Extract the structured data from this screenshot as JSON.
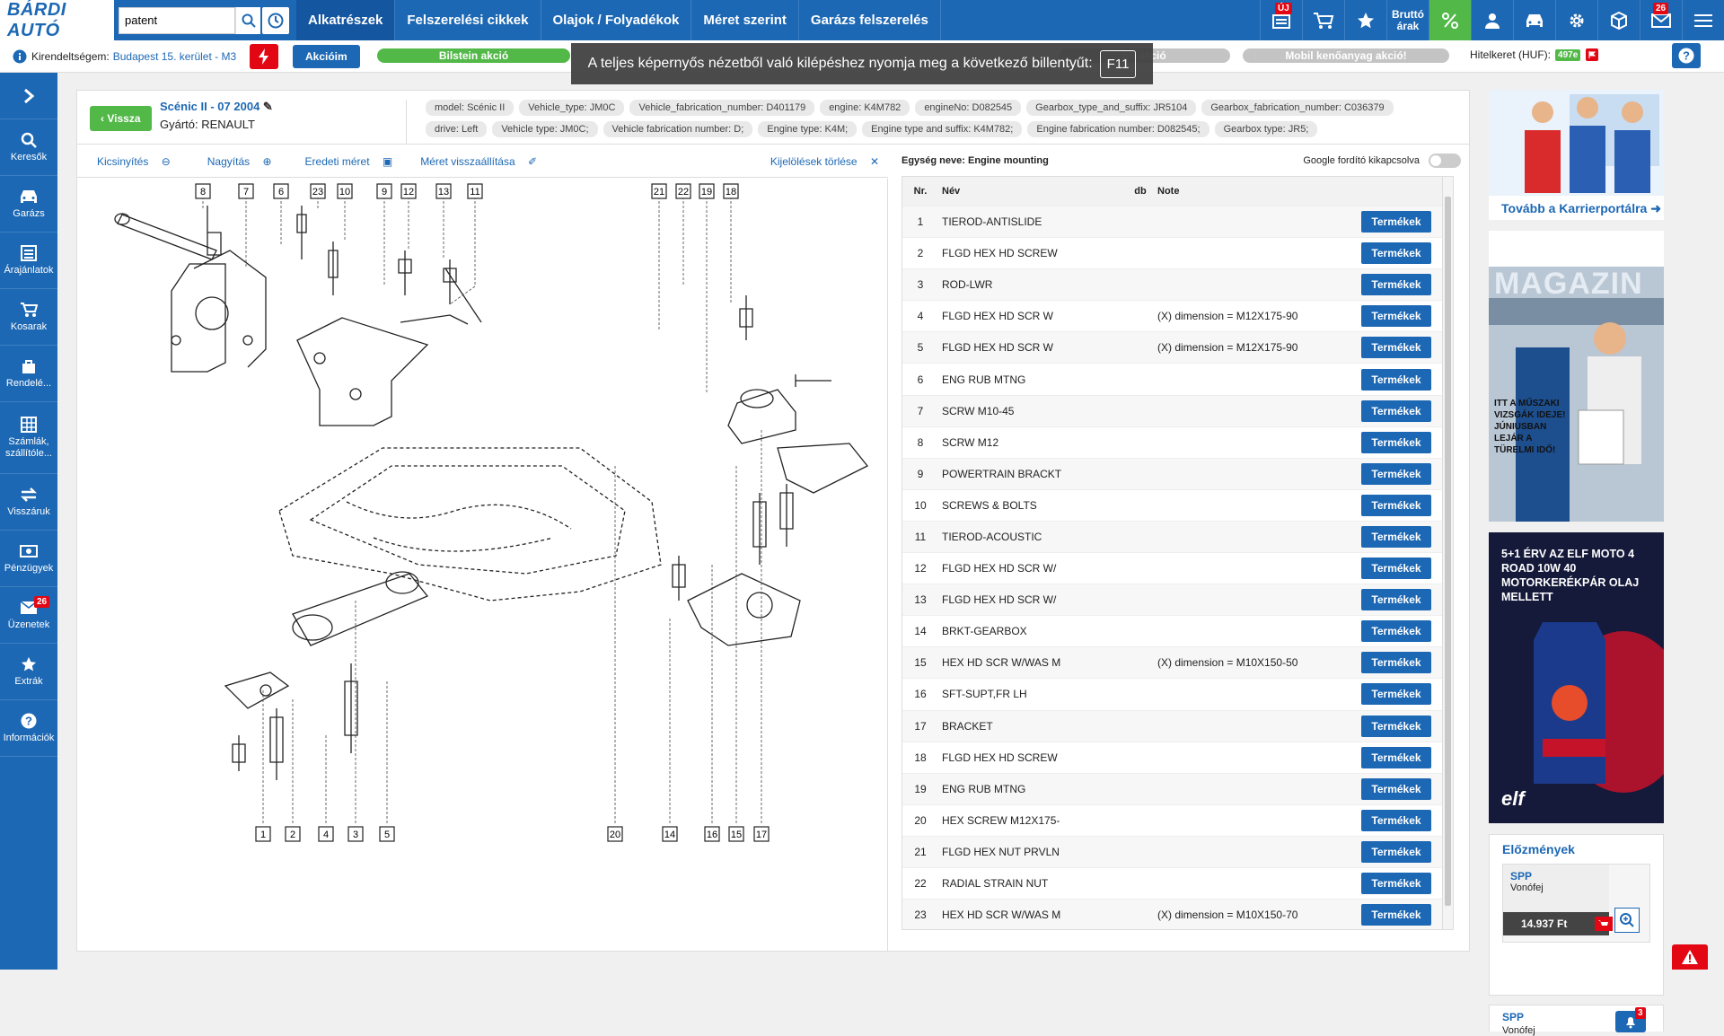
{
  "app": {
    "logo": "BÁRDI AUTÓ",
    "search_value": "patent",
    "nav": [
      "Alkatrészek",
      "Felszerelési cikkek",
      "Olajok / Folyadékok",
      "Méret szerint",
      "Garázs felszerelés"
    ],
    "top_badges": {
      "new": "ÚJ",
      "messages": "26"
    },
    "brutto_label_1": "Bruttó",
    "brutto_label_2": "árak"
  },
  "subbar": {
    "branch_label": "Kirendeltségem:",
    "branch_value": "Budapest 15. kerület - M3",
    "akciok": "Akcióim",
    "promo1": "Bilstein akció",
    "promo2": "bo akció",
    "promo3": "Mobil kenőanyag akció!",
    "credit_label": "Hitelkeret (HUF):",
    "credit_value": "497e"
  },
  "toast": {
    "text": "A teljes képernyős nézetből való kilépéshez nyomja meg a következő billentyűt:",
    "key": "F11"
  },
  "sidebar": [
    {
      "label": ""
    },
    {
      "label": "Keresők"
    },
    {
      "label": "Garázs"
    },
    {
      "label": "Árajánlatok"
    },
    {
      "label": "Kosarak"
    },
    {
      "label": "Rendelé..."
    },
    {
      "label": "Számlák, szállítóle..."
    },
    {
      "label": "Visszáruk"
    },
    {
      "label": "Pénzügyek"
    },
    {
      "label": "Üzenetek",
      "badge": "26"
    },
    {
      "label": "Extrák"
    },
    {
      "label": "Információk"
    }
  ],
  "vehicle": {
    "back": "Vissza",
    "title": "Scénic II - 07 2004",
    "maker": "Gyártó: RENAULT",
    "tags": [
      "model: Scénic II",
      "Vehicle_type: JM0C",
      "Vehicle_fabrication_number: D401179",
      "engine: K4M782",
      "engineNo: D082545",
      "Gearbox_type_and_suffix: JR5104",
      "Gearbox_fabrication_number: C036379",
      "drive: Left",
      "Vehicle type: JM0C;",
      "Vehicle fabrication number: D;",
      "Engine type: K4M;",
      "Engine type and suffix: K4M782;",
      "Engine fabrication number: D082545;",
      "Gearbox type: JR5;"
    ]
  },
  "tools": {
    "shrink": "Kicsinyítés",
    "zoom": "Nagyítás",
    "original": "Eredeti méret",
    "reset": "Méret visszaállítása",
    "clear": "Kijelölések törlése"
  },
  "diagram_labels": {
    "top": [
      "8",
      "7",
      "6",
      "23",
      "10",
      "9",
      "12",
      "13",
      "11",
      "21",
      "22",
      "19",
      "18"
    ],
    "bottom": [
      "1",
      "2",
      "4",
      "3",
      "5",
      "20",
      "14",
      "16",
      "15",
      "17"
    ]
  },
  "unit": {
    "label": "Egység neve: Engine mounting",
    "translate": "Google fordító kikapcsolva"
  },
  "table": {
    "headers": {
      "nr": "Nr.",
      "name": "Név",
      "db": "db",
      "note": "Note"
    },
    "button": "Termékek",
    "rows": [
      {
        "nr": "1",
        "name": "TIEROD-ANTISLIDE",
        "note": ""
      },
      {
        "nr": "2",
        "name": "FLGD HEX HD SCREW",
        "note": ""
      },
      {
        "nr": "3",
        "name": "ROD-LWR",
        "note": ""
      },
      {
        "nr": "4",
        "name": "FLGD HEX HD SCR W",
        "note": "(X) dimension = M12X175-90"
      },
      {
        "nr": "5",
        "name": "FLGD HEX HD SCR W",
        "note": "(X) dimension = M12X175-90"
      },
      {
        "nr": "6",
        "name": "ENG RUB MTNG",
        "note": ""
      },
      {
        "nr": "7",
        "name": "SCRW M10-45",
        "note": ""
      },
      {
        "nr": "8",
        "name": "SCRW M12",
        "note": ""
      },
      {
        "nr": "9",
        "name": "POWERTRAIN BRACKT",
        "note": ""
      },
      {
        "nr": "10",
        "name": "SCREWS & BOLTS",
        "note": ""
      },
      {
        "nr": "11",
        "name": "TIEROD-ACOUSTIC",
        "note": ""
      },
      {
        "nr": "12",
        "name": "FLGD HEX HD SCR W/",
        "note": ""
      },
      {
        "nr": "13",
        "name": "FLGD HEX HD SCR W/",
        "note": ""
      },
      {
        "nr": "14",
        "name": "BRKT-GEARBOX",
        "note": ""
      },
      {
        "nr": "15",
        "name": "HEX HD SCR W/WAS M",
        "note": "(X) dimension = M10X150-50"
      },
      {
        "nr": "16",
        "name": "SFT-SUPT,FR LH",
        "note": ""
      },
      {
        "nr": "17",
        "name": "BRACKET",
        "note": ""
      },
      {
        "nr": "18",
        "name": "FLGD HEX HD SCREW",
        "note": ""
      },
      {
        "nr": "19",
        "name": "ENG RUB MTNG",
        "note": ""
      },
      {
        "nr": "20",
        "name": "HEX SCREW M12X175-",
        "note": ""
      },
      {
        "nr": "21",
        "name": "FLGD HEX NUT PRVLN",
        "note": ""
      },
      {
        "nr": "22",
        "name": "RADIAL STRAIN NUT",
        "note": ""
      },
      {
        "nr": "23",
        "name": "HEX HD SCR W/WAS M",
        "note": "(X) dimension = M10X150-70"
      }
    ]
  },
  "ads": {
    "karrier": "Tovább a Karrierportálra",
    "magazin": "MAGAZIN",
    "magazin_text": "ITT A MŰSZAKI VIZSGÁK IDEJE! JÚNIUSBAN LEJÁR A TÜRELMI IDŐ!",
    "elf_title": "5+1 ÉRV AZ ELF MOTO 4 ROAD 10W 40 MOTORKERÉKPÁR OLAJ MELLETT",
    "elf_logo": "elf"
  },
  "history": {
    "title": "Előzmények",
    "item1_brand": "SPP",
    "item1_name": "Vonófej",
    "item1_price": "14.937 Ft",
    "item2_brand": "SPP",
    "item2_name": "Vonófej",
    "notif_badge": "3"
  },
  "colors": {
    "brand": "#1d68b4",
    "green": "#52b848",
    "red": "#e30613"
  }
}
